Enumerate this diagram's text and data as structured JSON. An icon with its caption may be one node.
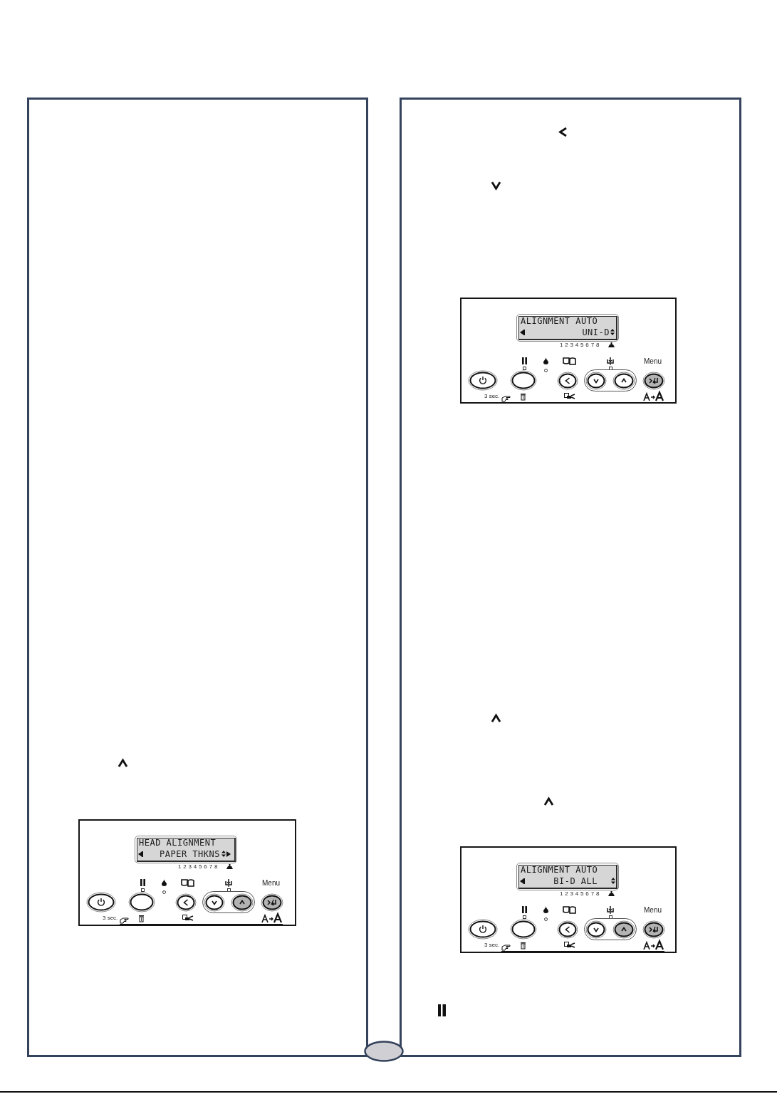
{
  "diagram": {
    "nodes": [
      {
        "text": [],
        "shape": "box"
      },
      {
        "text": [],
        "shape": "box",
        "in": 0
      },
      {
        "text": [
          "HEAD ALIGNMENT",
          "PAPER THKNS"
        ],
        "in": 1
      },
      {
        "text": [],
        "shape": "box"
      },
      {
        "text": [],
        "shape": "box",
        "in": 3
      },
      {
        "text": [
          "ALIGNMENT AUTO",
          "UNI-D"
        ],
        "in": 4
      },
      {
        "text": [],
        "shape": "box",
        "in": 3
      },
      {
        "text": [
          "ALIGNMENT AUTO",
          "BI-D ALL"
        ],
        "in": 6
      }
    ],
    "labels": [
      "1 2 3 4 5 6 7 8",
      "Menu",
      "3 sec.",
      "1 2 3 4 5 6 7 8",
      "Menu",
      "3 sec.",
      "1 2 3 4 5 6 7 8",
      "Menu",
      "3 sec."
    ]
  }
}
